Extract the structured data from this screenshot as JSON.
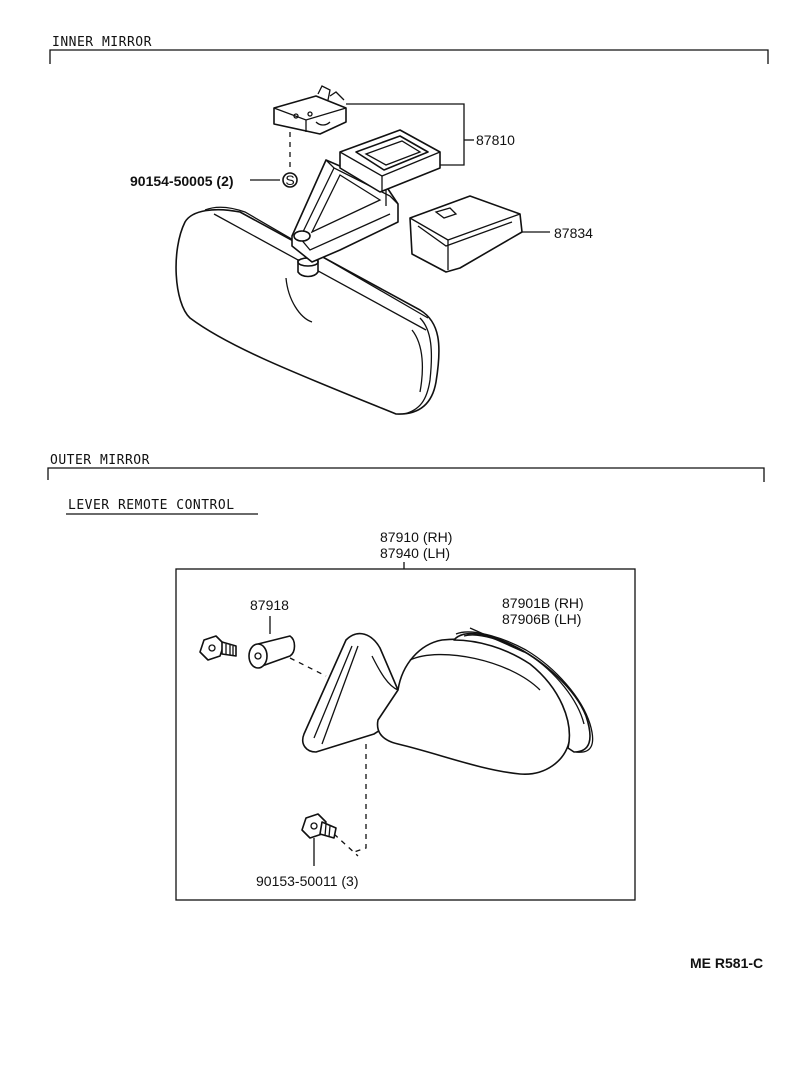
{
  "sections": {
    "inner_mirror": "INNER MIRROR",
    "outer_mirror": "OUTER MIRROR",
    "lever_remote_control": "LEVER REMOTE CONTROL"
  },
  "parts": {
    "p87810": "87810",
    "p87834": "87834",
    "p90154": "90154-50005 (2)",
    "screw_symbol": "S",
    "p87910": "87910 (RH)",
    "p87940": "87940 (LH)",
    "p87918": "87918",
    "p87901": "87901B (RH)",
    "p87906": "87906B (LH)",
    "p90153": "90153-50011 (3)"
  },
  "footer": {
    "ref": "ME  R581-C"
  }
}
